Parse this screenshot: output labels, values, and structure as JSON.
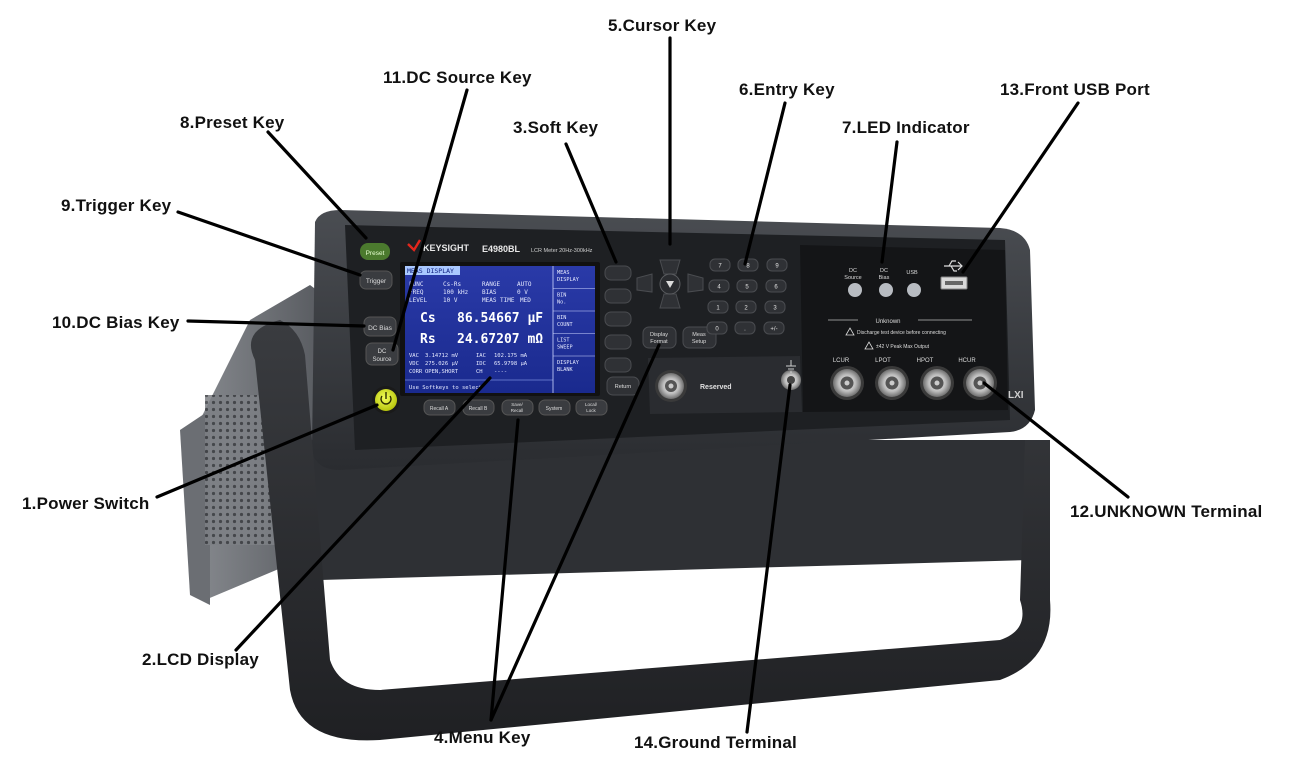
{
  "callouts": {
    "c1": "1.Power Switch",
    "c2": "2.LCD Display",
    "c3": "3.Soft Key",
    "c4": "4.Menu Key",
    "c5": "5.Cursor Key",
    "c6": "6.Entry Key",
    "c7": "7.LED Indicator",
    "c8": "8.Preset Key",
    "c9": "9.Trigger Key",
    "c10": "10.DC Bias Key",
    "c11": "11.DC Source Key",
    "c12": "12.UNKNOWN Terminal",
    "c13": "13.Front USB Port",
    "c14": "14.Ground Terminal"
  },
  "device": {
    "brand": "KEYSIGHT",
    "model": "E4980BL",
    "subtitle": "LCR Meter 20Hz-300kHz",
    "lxi": "LXI"
  },
  "keys": {
    "preset": "Preset",
    "trigger": "Trigger",
    "dc_bias": "DC Bias",
    "dc_source_1": "DC",
    "dc_source_2": "Source",
    "recall_a": "Recall A",
    "recall_b": "Recall B",
    "save_recall_1": "Save/",
    "save_recall_2": "Recall",
    "system": "System",
    "local_lock_1": "Local/",
    "local_lock_2": "Lock",
    "display_format_1": "Display",
    "display_format_2": "Format",
    "meas_setup_1": "Meas",
    "meas_setup_2": "Setup",
    "return": "Return",
    "reserved": "Reserved",
    "entry": [
      "7",
      "8",
      "9",
      "4",
      "5",
      "6",
      "1",
      "2",
      "3",
      "0",
      ".",
      "+/-"
    ]
  },
  "leds": {
    "dc_source_1": "DC",
    "dc_source_2": "Source",
    "dc_bias_1": "DC",
    "dc_bias_2": "Bias",
    "usb": "USB"
  },
  "terminal": {
    "unknown": "Unknown",
    "warn1": "Discharge test device before connecting",
    "warn2": "±42 V Peak Max Output",
    "l_cur": "LCUR",
    "l_pot": "LPOT",
    "h_pot": "HPOT",
    "h_cur": "HCUR"
  },
  "lcd": {
    "title": "MEAS DISPLAY",
    "func_label": "FUNC",
    "func_value": "Cs-Rs",
    "range_label": "RANGE",
    "range_value": "AUTO",
    "freq_label": "FREQ",
    "freq_value": "100 kHz",
    "bias_label": "BIAS",
    "bias_value": "0 V",
    "level_label": "LEVEL",
    "level_value": "10 V",
    "meas_time_label": "MEAS TIME",
    "meas_time_value": "MED",
    "primary_param": "Cs",
    "primary_value": "86.54667 µF",
    "secondary_param": "Rs",
    "secondary_value": "24.67207 mΩ",
    "vac_label": "VAC",
    "vac_value": "3.14712 mV",
    "iac_label": "IAC",
    "iac_value": "102.175 mA",
    "vdc_label": "VDC",
    "vdc_value": "275.026 µV",
    "idc_label": "IDC",
    "idc_value": "65.9798 µA",
    "corr_label": "CORR",
    "corr_value": "OPEN,SHORT",
    "ch_label": "CH",
    "ch_value": "----",
    "status": "Use Softkeys to select",
    "softkeys": [
      {
        "l1": "MEAS",
        "l2": "DISPLAY"
      },
      {
        "l1": "BIN",
        "l2": "No."
      },
      {
        "l1": "BIN",
        "l2": "COUNT"
      },
      {
        "l1": "LIST",
        "l2": "SWEEP"
      },
      {
        "l1": "DISPLAY",
        "l2": "BLANK"
      }
    ]
  }
}
